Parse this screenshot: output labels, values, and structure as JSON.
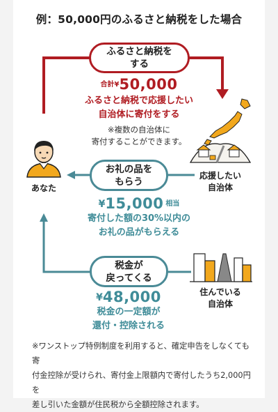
{
  "title": "例：50,000円のふるさと納税をした場合",
  "actors": {
    "you": "あなた",
    "support_municipality": [
      "応援したい",
      "自治体"
    ],
    "home_municipality": [
      "住んでいる",
      "自治体"
    ]
  },
  "steps": [
    {
      "pill": [
        "ふるさと納税を",
        "する"
      ],
      "prefix": "合計¥",
      "amount": "50,000",
      "suffix": "",
      "description": [
        "ふるさと納税で応援したい",
        "自治体に寄付をする"
      ],
      "note": [
        "※複数の自治体に",
        "寄付することができます。"
      ]
    },
    {
      "pill": [
        "お礼の品を",
        "もらう"
      ],
      "prefix": "¥",
      "amount": "15,000",
      "suffix": "相当",
      "description": [
        "寄付した額の30%以内の",
        "お礼の品がもらえる"
      ]
    },
    {
      "pill": [
        "税金が",
        "戻ってくる"
      ],
      "prefix": "¥",
      "amount": "48,000",
      "suffix": "",
      "description": [
        "税金の一定額が",
        "還付・控除される"
      ]
    }
  ],
  "footnote": [
    "※ワンストップ特例制度を利用すると、確定申告をしなくても寄",
    "付金控除が受けられ、寄付金上限額内で寄付したうち2,000円を",
    "差し引いた金額が住民税から全額控除されます。"
  ],
  "colors": {
    "red": "#b01c22",
    "teal": "#4a8a96",
    "orange": "#f2a81d"
  }
}
